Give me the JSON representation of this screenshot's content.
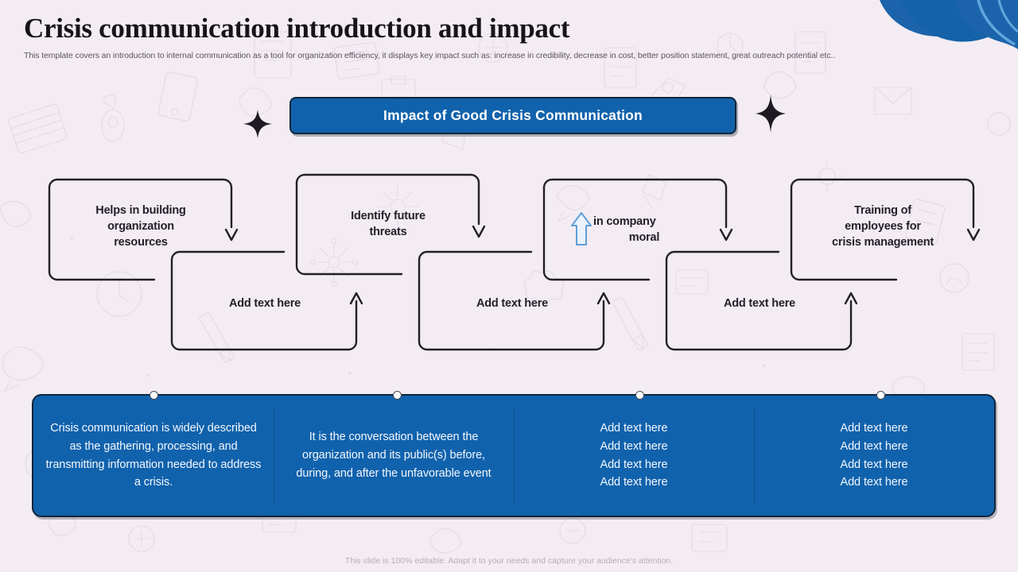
{
  "header": {
    "title": "Crisis communication introduction and impact",
    "subtitle": "This template covers an introduction to internal communication as a tool for organization efficiency, it displays key impact such as: increase in credibility, decrease in cost, better position statement, great outreach potential etc.."
  },
  "banner": {
    "label": "Impact of Good Crisis Communication"
  },
  "flow": {
    "top_boxes": [
      {
        "line1": "Helps in building",
        "line2": "organization",
        "line3": "resources"
      },
      {
        "line1": "Identify future",
        "line2": "threats",
        "line3": ""
      },
      {
        "line1": "in company",
        "line2": "moral",
        "line3": "",
        "icon": "up-arrow-icon"
      },
      {
        "line1": "Training of",
        "line2": "employees for",
        "line3": "crisis management"
      }
    ],
    "bottom_boxes": [
      {
        "label": "Add text here"
      },
      {
        "label": "Add text here"
      },
      {
        "label": "Add text here"
      }
    ]
  },
  "summary": {
    "columns": [
      {
        "type": "paragraph",
        "text": "Crisis communication is widely described as the gathering, processing, and transmitting information needed to address a crisis."
      },
      {
        "type": "paragraph",
        "text": "It is the conversation between the organization and its public(s) before, during, and after the unfavorable event"
      },
      {
        "type": "list",
        "items": [
          "Add text here",
          "Add text here",
          "Add text here",
          "Add text here"
        ]
      },
      {
        "type": "list",
        "items": [
          "Add text here",
          "Add text here",
          "Add text here",
          "Add text here"
        ]
      }
    ]
  },
  "footer": {
    "note": "This slide is 100% editable. Adapt it to your needs and capture your audience's attention."
  },
  "colors": {
    "background": "#f3ecf3",
    "brand_blue": "#1162ac",
    "outline_dark": "#10253a",
    "accent_light_blue": "#6cb0e4",
    "text_dark": "#23202a"
  }
}
